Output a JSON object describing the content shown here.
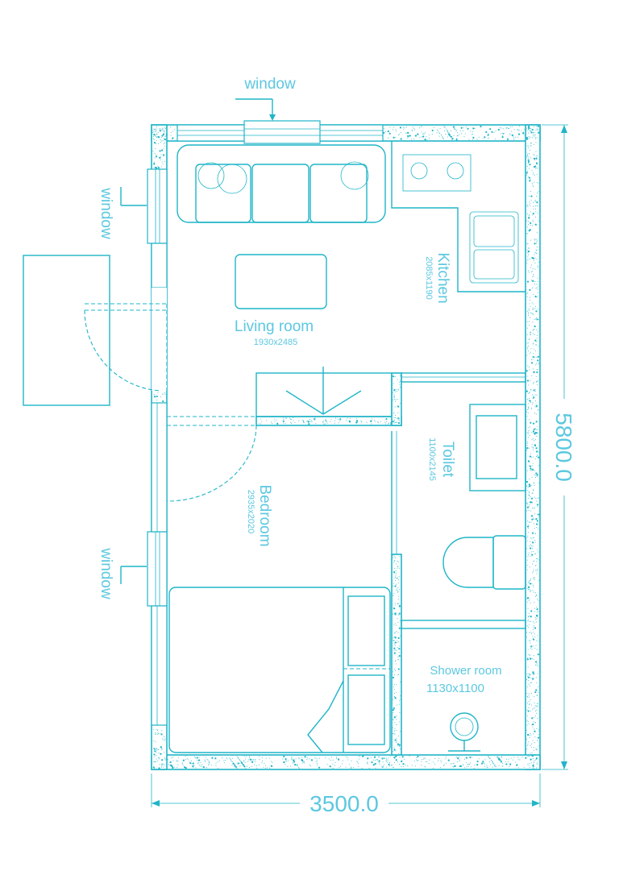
{
  "labels": {
    "window_top": "window",
    "window_left_upper": "window",
    "window_left_lower": "window"
  },
  "rooms": {
    "living": {
      "name": "Living room",
      "size": "1930x2485"
    },
    "kitchen": {
      "name": "Kitchen",
      "size": "2085x1190"
    },
    "toilet": {
      "name": "Toilet",
      "size": "1100x2145"
    },
    "bedroom": {
      "name": "Bedroom",
      "size": "2935x2020"
    },
    "shower": {
      "name": "Shower room",
      "size": "1130x1100"
    }
  },
  "dimensions": {
    "width": "3500.0",
    "height": "5800.0"
  },
  "colors": {
    "line": "#1fb5c8",
    "text": "#5cc8e0"
  }
}
